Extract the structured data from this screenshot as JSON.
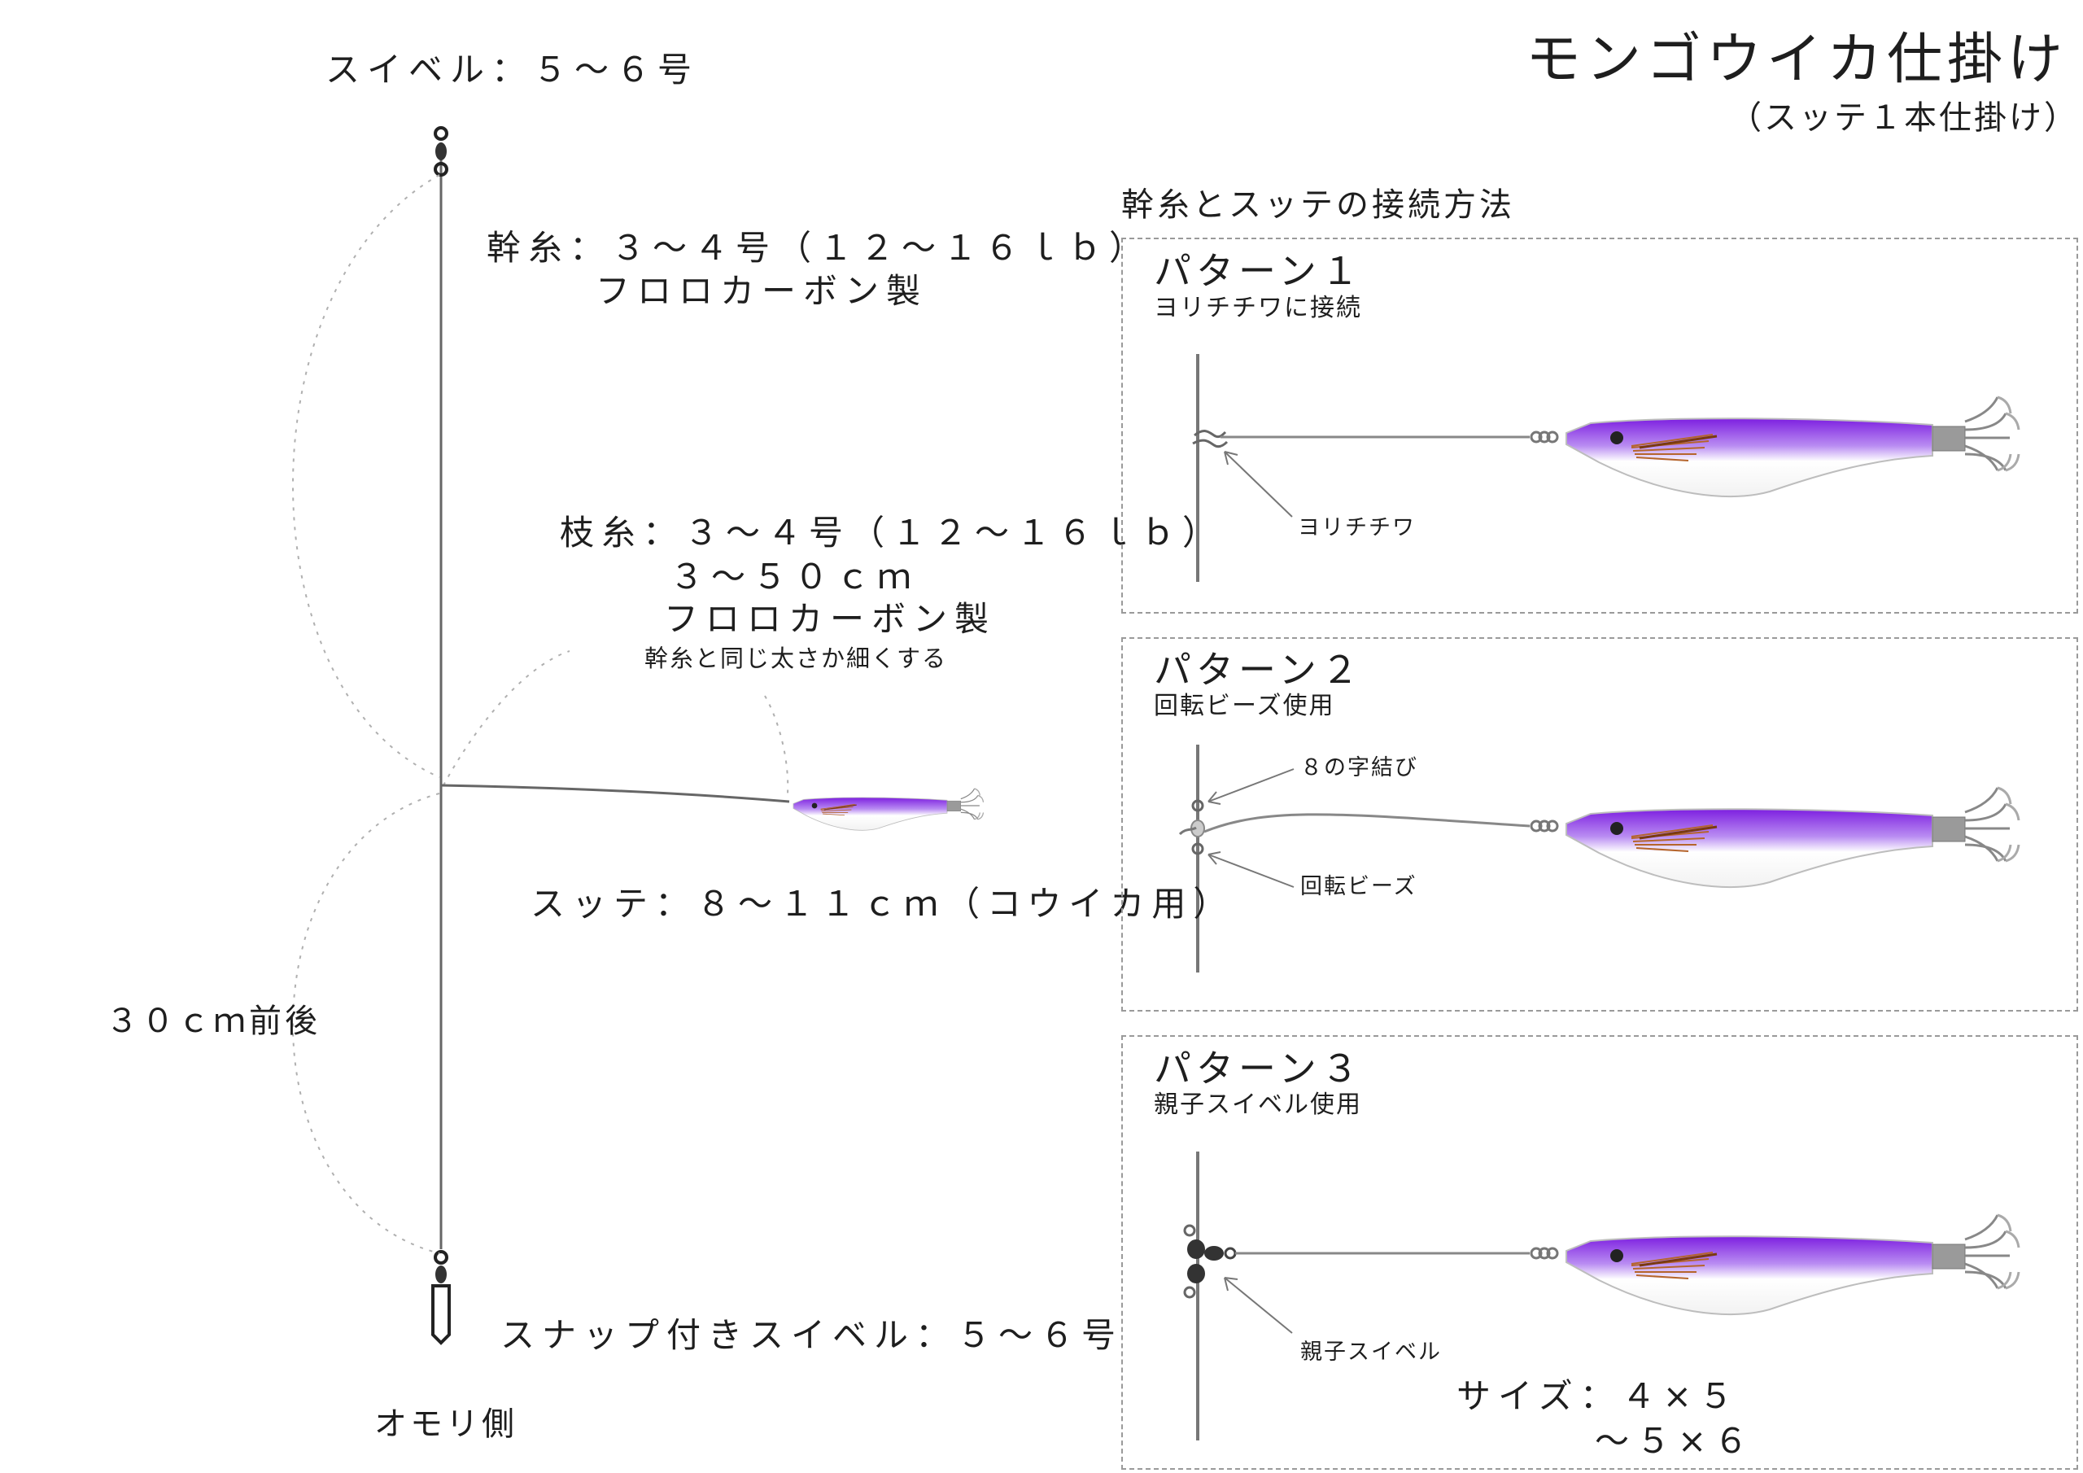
{
  "title": "モンゴウイカ仕掛け",
  "subtitle": "（スッテ１本仕掛け）",
  "rig": {
    "top_swivel_label": "スイベル：５～６号",
    "mainline_label": "幹糸：３～４号（１２～１６ｌｂ）",
    "mainline_material": "フロロカーボン製",
    "branch_label": "枝糸：３～４号（１２～１６ｌｂ）",
    "branch_length": "３～５０ｃｍ",
    "branch_material": "フロロカーボン製",
    "branch_note": "幹糸と同じ太さか細くする",
    "sutte_label": "スッテ：８～１１ｃｍ（コウイカ用）",
    "spacing_label": "３０ｃｍ前後",
    "snap_swivel_label": "スナップ付きスイベル：５～６号",
    "sinker_side_label": "オモリ側"
  },
  "connection": {
    "heading": "幹糸とスッテの接続方法",
    "patterns": [
      {
        "title": "パターン１",
        "desc": "ヨリチチワに接続",
        "callouts": [
          "ヨリチチワ"
        ]
      },
      {
        "title": "パターン２",
        "desc": "回転ビーズ使用",
        "callouts": [
          "８の字結び",
          "回転ビーズ"
        ]
      },
      {
        "title": "パターン３",
        "desc": "親子スイベル使用",
        "callouts": [
          "親子スイベル"
        ],
        "size_label": "サイズ：４×５",
        "size_label_2": "～５×６"
      }
    ]
  },
  "colors": {
    "sutte_purple": "#8a2be2",
    "line": "#666666",
    "dashed_guide": "#aaaaaa"
  }
}
